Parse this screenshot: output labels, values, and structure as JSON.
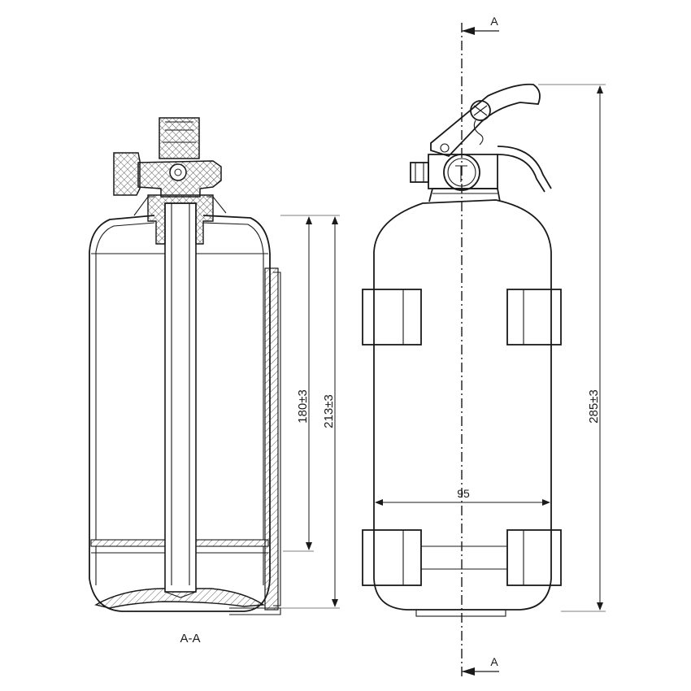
{
  "diagram": {
    "section_label": "A-A",
    "cut_marker_top": "A",
    "cut_marker_bottom": "A",
    "dimensions": {
      "level_height": "180±3",
      "body_height": "213±3",
      "total_height": "285±3",
      "diameter": "95"
    }
  }
}
